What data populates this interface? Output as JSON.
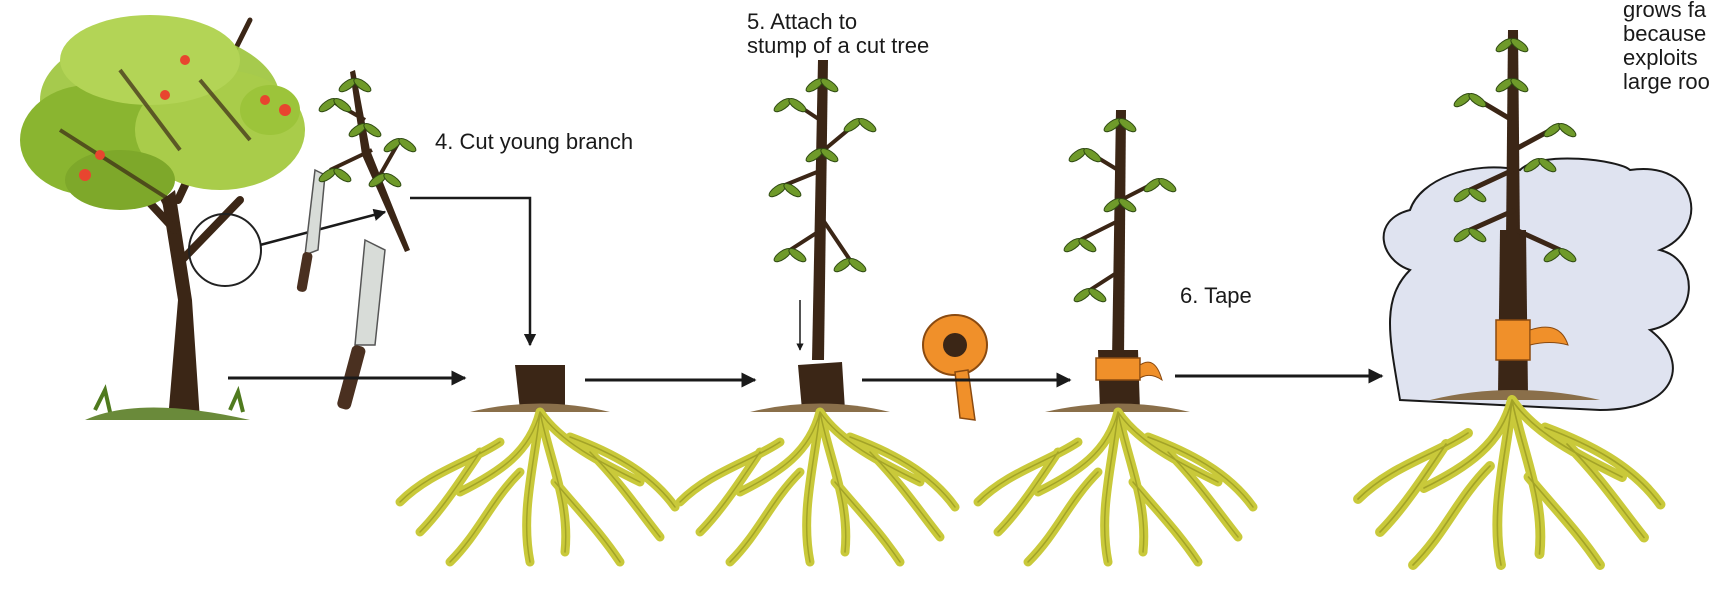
{
  "labels": {
    "cut_branch": "4. Cut young branch",
    "attach": "5. Attach to\nstump of a cut tree",
    "tape": "6. Tape",
    "result": "grows fa\nbecause\nexploits\nlarge roo"
  },
  "colors": {
    "leaf_light": "#9cc43a",
    "leaf_dark": "#4f7a1e",
    "trunk": "#3b2616",
    "roots": "#c9c93a",
    "roots_dark": "#8a8a1a",
    "fruit": "#e8452f",
    "tape": "#f0902a",
    "knife_blade": "#d8dcd8",
    "knife_handle": "#4a3020",
    "arrow": "#1a1a1a",
    "cloud": "#dfe3f0",
    "soil": "#a8906a"
  },
  "icons": [
    "fruit-tree-icon",
    "knife-icon",
    "branch-icon",
    "stump-icon",
    "tape-roll-icon",
    "grafted-tree-icon",
    "roots-icon"
  ]
}
